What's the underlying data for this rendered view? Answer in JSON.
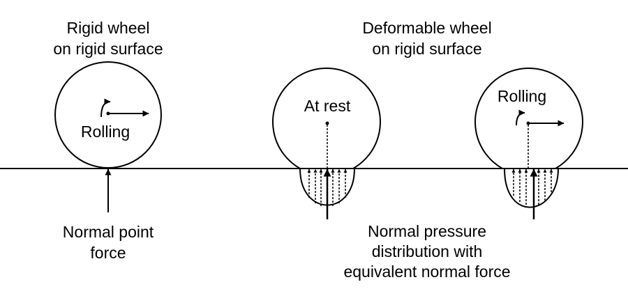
{
  "colors": {
    "ink": "#000000",
    "background": "#ffffff"
  },
  "left_panel": {
    "title_line1": "Rigid wheel",
    "title_line2": "on rigid surface",
    "wheel_label": "Rolling",
    "force_label_line1": "Normal point",
    "force_label_line2": "force"
  },
  "right_panel": {
    "title_line1": "Deformable wheel",
    "title_line2": "on rigid surface",
    "rest_wheel_label": "At rest",
    "rolling_wheel_label": "Rolling",
    "force_label_line1": "Normal pressure",
    "force_label_line2": "distribution with",
    "force_label_line3": "equivalent normal force"
  }
}
